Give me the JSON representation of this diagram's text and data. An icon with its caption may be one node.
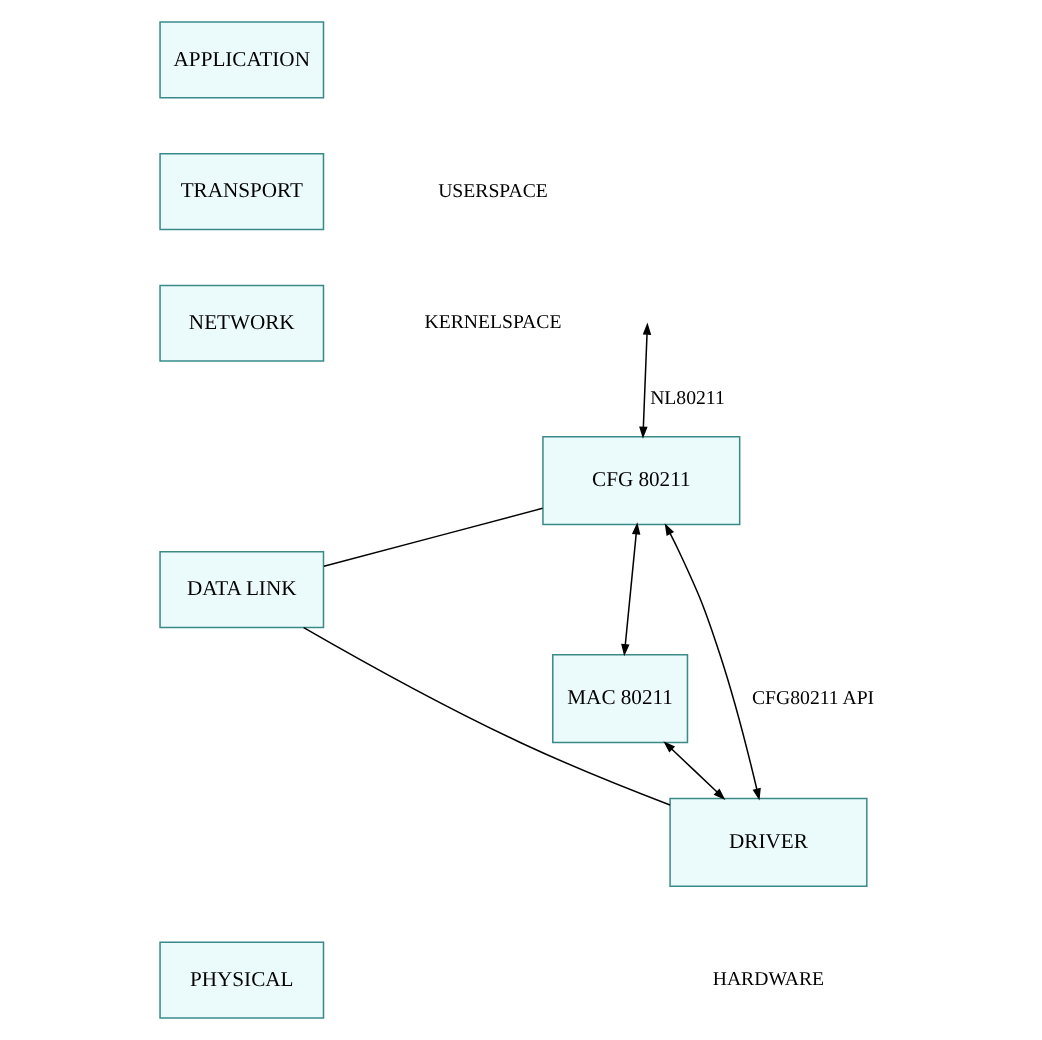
{
  "diagram": {
    "nodes": [
      {
        "text": [
          "APPLICATION"
        ]
      },
      {
        "text": [
          "TRANSPORT"
        ]
      },
      {
        "text": [
          "NETWORK"
        ]
      },
      {
        "text": [
          "DATA LINK"
        ]
      },
      {
        "text": [
          "PHYSICAL"
        ]
      },
      {
        "text": [
          "CFG 80211"
        ]
      },
      {
        "text": [
          "MAC 80211"
        ]
      },
      {
        "text": [
          "DRIVER"
        ]
      }
    ],
    "edges": [
      {
        "from": null,
        "to": 5,
        "arrow": "both",
        "label": "NL80211"
      },
      {
        "from": 5,
        "to": 6,
        "arrow": "both"
      },
      {
        "from": 6,
        "to": 7,
        "arrow": "both"
      },
      {
        "from": 5,
        "to": 7,
        "arrow": "both",
        "label": "CFG80211 API"
      },
      {
        "from": 3,
        "to": 5,
        "arrow": "none"
      },
      {
        "from": 3,
        "to": 7,
        "arrow": "none"
      }
    ],
    "labels": [
      "USERSPACE",
      "KERNELSPACE",
      "HARDWARE"
    ]
  }
}
